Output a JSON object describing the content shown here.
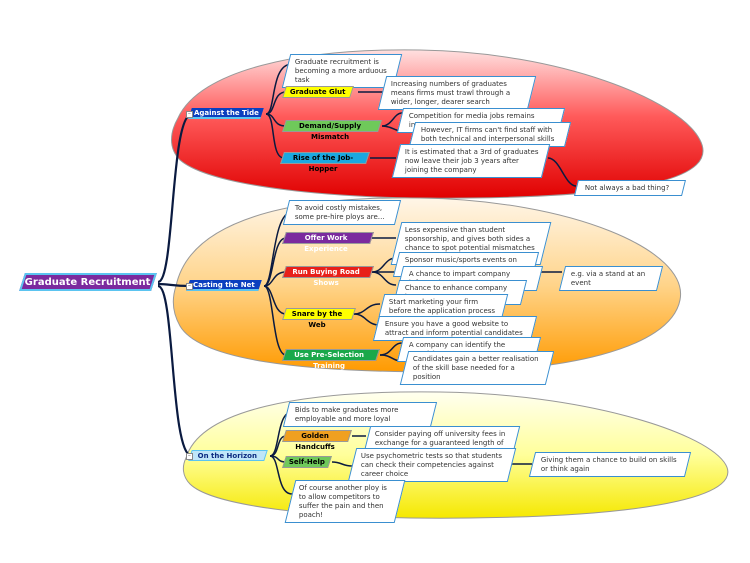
{
  "root": {
    "label": "Graduate Recruitment",
    "color": "#7b2a9e"
  },
  "branches": [
    {
      "label": "Against the Tide",
      "color": "#0b3fbf",
      "items": [
        {
          "kind": "note",
          "text": "Graduate recruitment is becoming a more arduous task"
        },
        {
          "kind": "topic",
          "label": "Graduate Glut",
          "color": "#ffff00",
          "text_color": "#000000",
          "notes": [
            "Increasing numbers of graduates means firms must trawl through a wider, longer, dearer search"
          ]
        },
        {
          "kind": "topic",
          "label": "Demand/Supply Mismatch",
          "color": "#6fc95a",
          "text_color": "#000000",
          "notes": [
            "Competition for media jobs remains intense",
            "However, IT firms can't find staff with both technical and interpersonal skills"
          ]
        },
        {
          "kind": "topic",
          "label": "Rise of the Job-Hopper",
          "color": "#1ba8e0",
          "text_color": "#000000",
          "notes": [
            "It is estimated that a 3rd of graduates now leave their job 3 years after joining the company"
          ],
          "sub_note": "Not always a bad thing?"
        }
      ]
    },
    {
      "label": "Casting the Net",
      "color": "#0b3fbf",
      "items": [
        {
          "kind": "note",
          "text": "To avoid costly mistakes, some pre-hire ploys are…"
        },
        {
          "kind": "topic",
          "label": "Offer Work Experience",
          "color": "#7b2a9e",
          "text_color": "#ffffff",
          "notes": [
            "Less expensive than student sponsorship, and gives both sides a chance to spot potential mismatches before it's too late"
          ]
        },
        {
          "kind": "topic",
          "label": "Run Buying Road Shows",
          "color": "#e8201a",
          "text_color": "#ffffff",
          "notes": [
            "Sponsor music/sports events on campus",
            "A chance to impart company information",
            "Chance to enhance company image"
          ],
          "sub_note": "e.g. via a stand at an event"
        },
        {
          "kind": "topic",
          "label": "Snare by the Web",
          "color": "#ffff00",
          "text_color": "#000000",
          "notes": [
            "Start marketing your firm before the application process begins",
            "Ensure you have a good website to attract and inform potential candidates"
          ]
        },
        {
          "kind": "topic",
          "label": "Use Pre-Selection Training",
          "color": "#1aa84a",
          "text_color": "#ffffff",
          "notes": [
            "A company can identify the promising",
            "Candidates gain a better realisation of the skill base needed for a position"
          ]
        }
      ]
    },
    {
      "label": "On the Horizon",
      "color": "#0b3fbf",
      "items": [
        {
          "kind": "note",
          "text": "Bids to make graduates more employable and more loyal"
        },
        {
          "kind": "topic",
          "label": "Golden Handcuffs",
          "color": "#f0a020",
          "text_color": "#000000",
          "notes": [
            "Consider paying off university fees in exchange for a guaranteed length of service"
          ]
        },
        {
          "kind": "topic",
          "label": "Self-Help",
          "color": "#6fc95a",
          "text_color": "#000000",
          "notes": [
            "Use psychometric tests so that students can check their competencies against career choice"
          ],
          "sub_note": "Giving them a chance to build on skills or think again"
        },
        {
          "kind": "note",
          "text": "Of course another ploy is to allow competitors to suffer the pain and then poach!"
        }
      ]
    }
  ]
}
